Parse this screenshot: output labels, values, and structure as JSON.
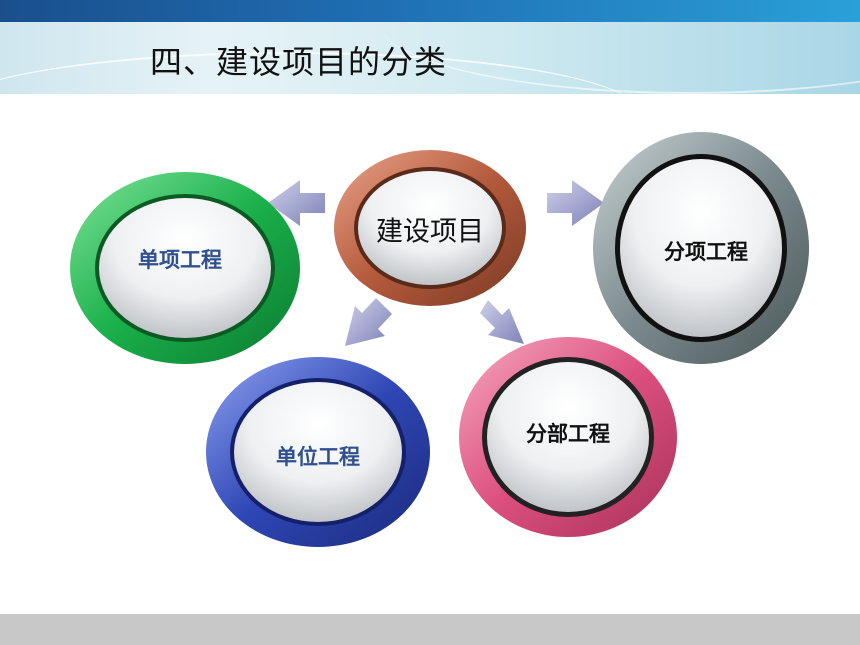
{
  "header": {
    "title": "四、建设项目的分类"
  },
  "nodes": {
    "center": {
      "label": "建设项目",
      "color": "#b85a3e"
    },
    "single": {
      "label": "单项工程",
      "color": "#1fb34d"
    },
    "unit": {
      "label": "单位工程",
      "color": "#2d45b0"
    },
    "part": {
      "label": "分部工程",
      "color": "#d9507c"
    },
    "item": {
      "label": "分项工程",
      "color": "#6f7f82"
    }
  }
}
